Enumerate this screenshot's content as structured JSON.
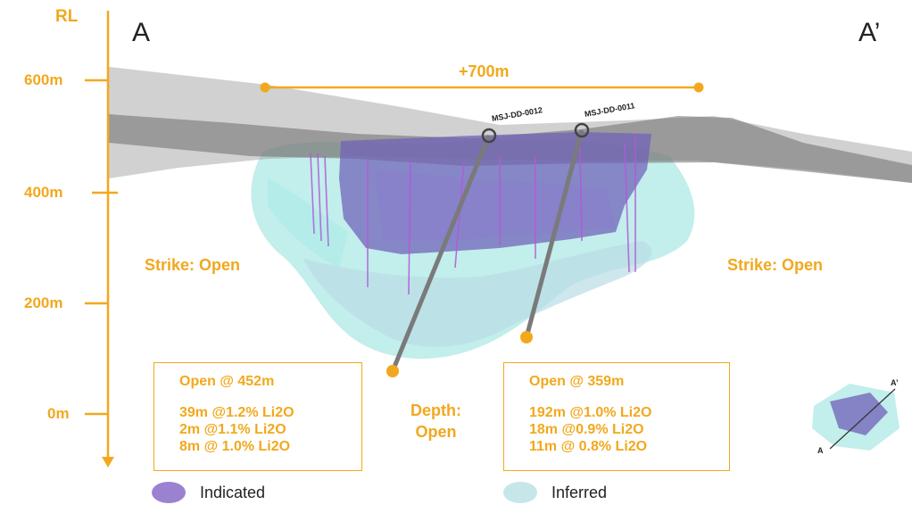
{
  "axis": {
    "title": "RL",
    "ticks": [
      {
        "label": "600m"
      },
      {
        "label": "400m"
      },
      {
        "label": "200m"
      },
      {
        "label": "0m"
      }
    ]
  },
  "section": {
    "start": "A",
    "end": "A’"
  },
  "span": {
    "label": "+700m"
  },
  "strike_left": "Strike: Open",
  "strike_right": "Strike: Open",
  "depth": {
    "line1": "Depth:",
    "line2": "Open"
  },
  "holes": [
    {
      "name": "MSJ-DD-0012"
    },
    {
      "name": "MSJ-DD-0011"
    }
  ],
  "intercepts": [
    {
      "title": "Open @ 452m",
      "rows": [
        "39m @1.2% Li2O",
        "2m @1.1% Li2O",
        "8m @ 1.0% Li2O"
      ]
    },
    {
      "title": "Open @ 359m",
      "rows": [
        "192m @1.0% Li2O",
        "18m @0.9% Li2O",
        "11m @ 0.8% Li2O"
      ]
    }
  ],
  "legend": [
    {
      "label": "Indicated",
      "color": "#9b82d0"
    },
    {
      "label": "Inferred",
      "color": "#c7e6ea"
    }
  ],
  "inset": {
    "start": "A",
    "end": "A’"
  },
  "colors": {
    "accent": "#f2a81d",
    "terrain": "#8f8f8f",
    "indicated_body": "#6f5fb8",
    "inferred_body": "#8fe0dc",
    "drillhole": "#7a7a7a"
  }
}
